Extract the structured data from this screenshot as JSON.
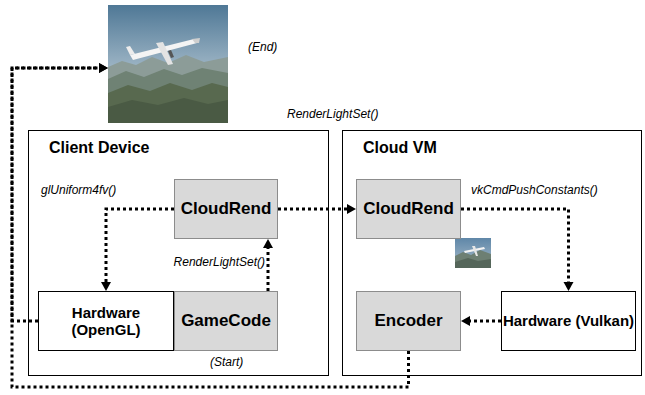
{
  "diagram": {
    "nodes": [
      {
        "text": [
          "(End)"
        ]
      },
      {
        "text": [
          "Client Device"
        ]
      },
      {
        "text": [
          "CloudRend"
        ],
        "in": 1
      },
      {
        "text": [
          "Hardware (OpenGL)"
        ],
        "in": 1
      },
      {
        "text": [
          "GameCode",
          "(Start)"
        ],
        "in": 1
      },
      {
        "text": [
          "Cloud VM"
        ]
      },
      {
        "text": [
          "CloudRend"
        ],
        "in": 5
      },
      {
        "text": [
          "Hardware (Vulkan)"
        ],
        "in": 5
      },
      {
        "text": [
          "Encoder"
        ],
        "in": 5
      }
    ],
    "edges": [
      {
        "from": 4,
        "to": 2,
        "arrow": "to",
        "label": "RenderLightSet()"
      },
      {
        "from": 2,
        "to": 3,
        "arrow": "to",
        "label": "glUniform4fv()"
      },
      {
        "from": 2,
        "to": 6,
        "arrow": "to"
      },
      {
        "from": 6,
        "to": 7,
        "arrow": "to",
        "label": "vkCmdPushConstants()"
      },
      {
        "from": 7,
        "to": 8,
        "arrow": "to"
      },
      {
        "from": 3,
        "to": 0,
        "arrow": "to"
      },
      {
        "from": 8,
        "to": 0,
        "arrow": "to"
      }
    ],
    "labels": [
      "RenderLightSet()"
    ]
  }
}
